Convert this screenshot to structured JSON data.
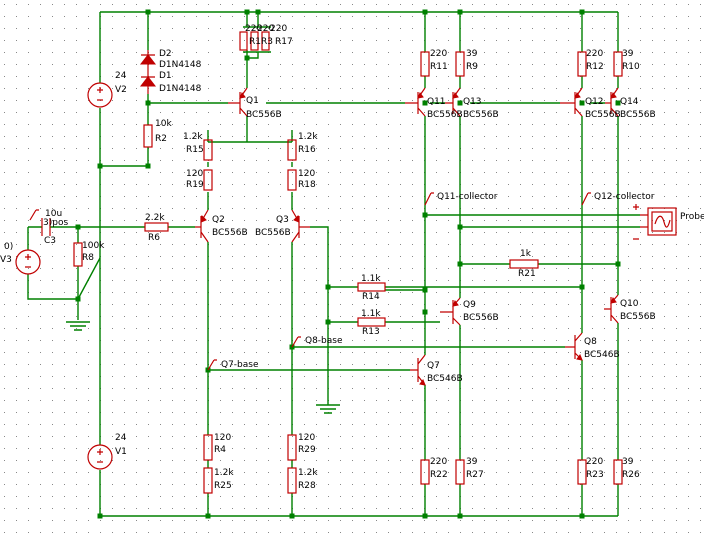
{
  "colors": {
    "wire": "#008000",
    "component": "#c00000",
    "text": "#000000",
    "grid": "#888888",
    "background": "#ffffff"
  },
  "labels": {
    "D2": "D2",
    "D2_model": "D1N4148",
    "D1": "D1",
    "D1_model": "D1N4148",
    "V2_val": "24",
    "V2": "V2",
    "V1_val": "24",
    "V1": "V1",
    "R2_val": "10k",
    "R2": "R2",
    "R1_val": "220",
    "R3_val": "220",
    "R17_val": "220",
    "R1": "R1",
    "R3": "R3",
    "R17": "R17",
    "Q1": "Q1",
    "Q1_model": "BC556B",
    "R15_val": "1.2k",
    "R15": "R15",
    "R19_val": "120",
    "R19": "R19",
    "R16_val": "1.2k",
    "R16": "R16",
    "R18_val": "120",
    "R18": "R18",
    "Q2": "Q2",
    "Q2_model": "BC556B",
    "Q3": "Q3",
    "Q3_model": "BC556B",
    "R6_val": "2.2k",
    "R6": "R6",
    "C3_val": "10u",
    "C3": "C3",
    "C3_node": "3)pos",
    "R8_val": "100k",
    "R8": "R8",
    "V3_val": "0)",
    "V3": "V3",
    "R11_val": "220",
    "R11": "R11",
    "R9_val": "39",
    "R9": "R9",
    "R12_val": "220",
    "R12": "R12",
    "R10_val": "39",
    "R10": "R10",
    "Q11": "Q11",
    "Q11_model": "BC556B",
    "Q13": "Q13",
    "Q13_model": "BC556B",
    "Q12": "Q12",
    "Q12_model": "BC556B",
    "Q14": "Q14",
    "Q14_model": "BC556B",
    "probe_q11": "Q11-collector",
    "probe_q12": "Q12-collector",
    "probe_q8": "Q8-base",
    "probe_q7": "Q7-base",
    "Probe": "Probe",
    "R21_val": "1k",
    "R21": "R21",
    "R14_val": "1.1k",
    "R14": "R14",
    "R13_val": "1.1k",
    "R13": "R13",
    "Q9": "Q9",
    "Q9_model": "BC556B",
    "Q10": "Q10",
    "Q10_model": "BC556B",
    "Q8": "Q8",
    "Q8_model": "BC546B",
    "Q7": "Q7",
    "Q7_model": "BC546B",
    "R4_val": "120",
    "R4": "R4",
    "R25_val": "1.2k",
    "R25": "R25",
    "R29_val": "120",
    "R29": "R29",
    "R28_val": "1.2k",
    "R28": "R28",
    "R22_val": "220",
    "R22": "R22",
    "R27_val": "39",
    "R27": "R27",
    "R23_val": "220",
    "R23": "R23",
    "R26_val": "39",
    "R26": "R26"
  }
}
